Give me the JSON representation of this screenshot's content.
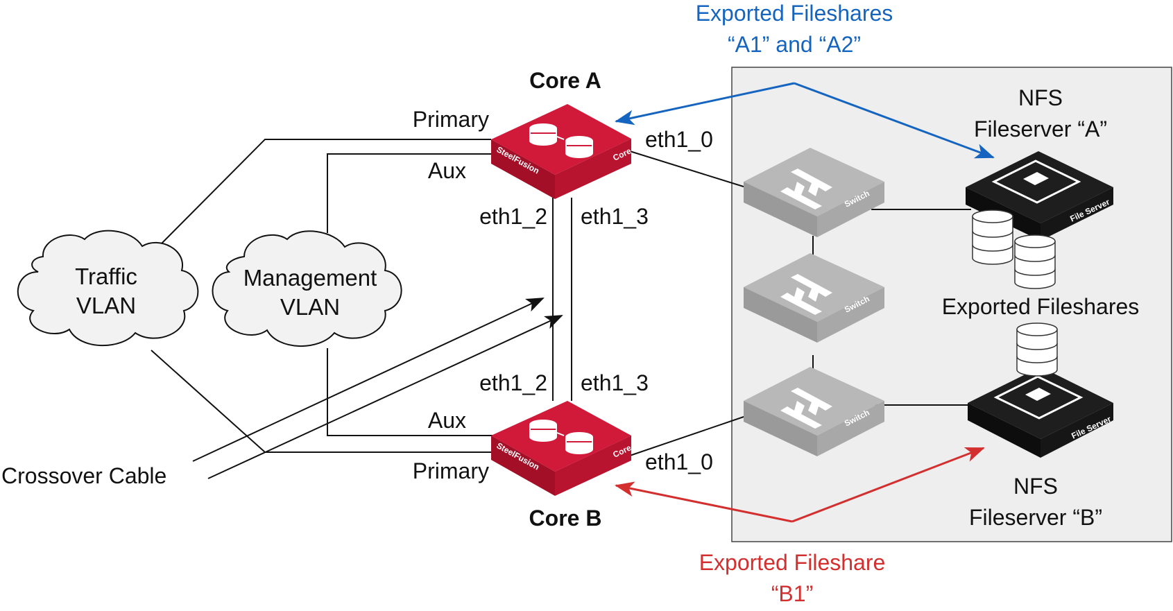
{
  "colors": {
    "core_red": "#c8102e",
    "blue_arrow": "#1565c0",
    "red_arrow": "#d32f2f",
    "fileserver_black": "#1a1a1a",
    "switch_gray": "#a8a8a8",
    "panel_bg": "#eeeeee"
  },
  "icons": [
    "cloud-icon",
    "steelfusion-core-icon",
    "switch-icon",
    "file-server-icon",
    "disk-stack-icon",
    "arrow-icon"
  ],
  "labels": {
    "exported_a_line1": "Exported Fileshares",
    "exported_a_line2": "“A1” and “A2”",
    "core_a": "Core A",
    "core_b": "Core B",
    "primary": "Primary",
    "aux": "Aux",
    "eth1_0": "eth1_0",
    "eth1_2": "eth1_2",
    "eth1_3": "eth1_3",
    "traffic_vlan_line1": "Traffic",
    "traffic_vlan_line2": "VLAN",
    "management_vlan_line1": "Management",
    "management_vlan_line2": "VLAN",
    "crossover_cable": "Crossover Cable",
    "nfs_a_line1": "NFS",
    "nfs_a_line2": "Fileserver “A”",
    "nfs_b_line1": "NFS",
    "nfs_b_line2": "Fileserver “B”",
    "exported_fileshares": "Exported Fileshares",
    "exported_b_line1": "Exported Fileshare",
    "exported_b_line2": "“B1”"
  },
  "device_text": {
    "steelfusion": "SteelFusion",
    "core": "Core",
    "switch": "Switch",
    "file_server": "File Server"
  }
}
